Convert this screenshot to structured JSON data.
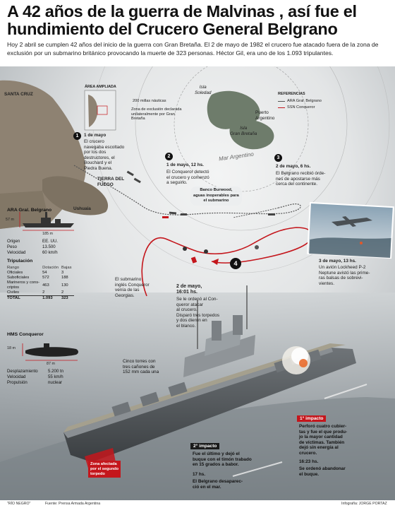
{
  "header": {
    "title": "A 42 años de la guerra de Malvinas , así fue el hundimiento del Crucero General Belgrano",
    "intro": "Hoy 2 abril se cumplen 42 años del inicio de la guerra con Gran Bretaña. El 2 de mayo de 1982 el crucero fue atacado fuera de la zona de exclusión por un submarino británico provocando la muerte de 323 personas. Héctor Gil, era uno de los 1.093 tripulantes."
  },
  "map": {
    "santa_cruz": "SANTA CRUZ",
    "tierra_del_fuego": "TIERRA DEL FUEGO",
    "ushuaia": "Ushuaia",
    "isla_soledad": "Isla\nSoledad",
    "isla_gran_bretana": "Isla\nGran Bretaña",
    "puerto_argentino": "Puerto\nArgentino",
    "mar_argentino": "Mar Argentino",
    "area_ampliada": "ÁREA AMPLIADA",
    "millas": "200 millas náuticas",
    "zona_exclusion": "Zona de exclusión declarada\nunilateralmente por Gran\nBretaña",
    "banco": "Banco Burwood,\naguas inoperables para\nel submarino"
  },
  "legend": {
    "title": "REFERENCIAS",
    "items": [
      {
        "label": "ARA Gral. Belgrano",
        "color": "#555555"
      },
      {
        "label": "SSN Conqueror",
        "color": "#c4161c"
      }
    ]
  },
  "events": [
    {
      "num": "1",
      "time": "1 de mayo",
      "text": "El crucero\nnavegaba escoltado\npor los dos\ndestructores, el\nBouchard y el\nPiedra Buena."
    },
    {
      "num": "2",
      "time": "1 de mayo, 12 hs.",
      "text": "El Conqueror detectó\nel crucero y comenzó\na seguirlo."
    },
    {
      "num": "3",
      "time": "2 de mayo, 6 hs.",
      "text": "El Belgrano recibió órde-\nnes de apostarse más\ncerca del continente."
    },
    {
      "num": "4",
      "time": "",
      "text": ""
    }
  ],
  "submarine_note": "El submarino\ninglés Conqueror\nvenía de las\nGeorgias.",
  "event_2may_16": {
    "time": "2 de mayo,\n16:01 hs.",
    "text": "Se le ordenó al Con-\nqueror atacar\nal crucero.\nDisparó tres torpedos\ny dos dieron en\nel blanco."
  },
  "event_3may": {
    "time": "3 de mayo, 13 hs.",
    "text": "Un avión Lockheed P-2\nNeptune avistó las prime-\nras balsas de sobrevi-\nvientes."
  },
  "belgrano_specs": {
    "name": "ARA Gral. Belgrano",
    "height": "57 m",
    "length": "185 m",
    "rows": [
      {
        "k": "Origen",
        "v": "EE. UU."
      },
      {
        "k": "Peso",
        "v": "13.500"
      },
      {
        "k": "Velocidad",
        "v": "60 km/h"
      }
    ]
  },
  "crew": {
    "title": "Tripulación",
    "headers": [
      "Rango",
      "Dotación",
      "Bajas"
    ],
    "rows": [
      [
        "Oficiales",
        "54",
        "3"
      ],
      [
        "Suboficiales",
        "572",
        "188"
      ],
      [
        "Marineros y cons-\ncriptos",
        "463",
        "130"
      ],
      [
        "Civiles",
        "2",
        "2"
      ]
    ],
    "total": [
      "TOTAL",
      "1.093",
      "323"
    ]
  },
  "conqueror_specs": {
    "name": "HMS Conqueror",
    "height": "18 m",
    "length": "87 m",
    "rows": [
      {
        "k": "Desplazamiento",
        "v": "5.200 tn"
      },
      {
        "k": "Velocidad",
        "v": "55 km/h"
      },
      {
        "k": "Propulsión",
        "v": "nuclear"
      }
    ]
  },
  "towers_note": "Cinco torres con\ntres cañones de\n152 mm cada una",
  "impact1": {
    "badge": "1° impacto",
    "text": "Perforó cuatro cubier-\ntas y fue el que produ-\njo la mayor cantidad\nde víctimas. También\ndejó sin energía al\ncrucero.",
    "time": "16:23 hs.",
    "after": "Se ordenó abandonar\nel buque."
  },
  "impact2": {
    "badge": "2° impacto",
    "text": "Fue el último y dejó el\nbuque con el timón trabado\nen 15 grados a babor.",
    "time": "17 hs.",
    "after": "El Belgrano desaparec-\nció en el mar."
  },
  "zone_affected": "Zona afectada\npor el segundo\ntorpedo",
  "footer": {
    "source": "Fuente: Prensa Armada Argentina",
    "credit": "Infografía: JORGE PORTAZ",
    "paper": "\"RÍO NEGRO\""
  },
  "colors": {
    "accent": "#c4161c",
    "sea": "#b9bec2",
    "land": "#8a7c6a"
  }
}
